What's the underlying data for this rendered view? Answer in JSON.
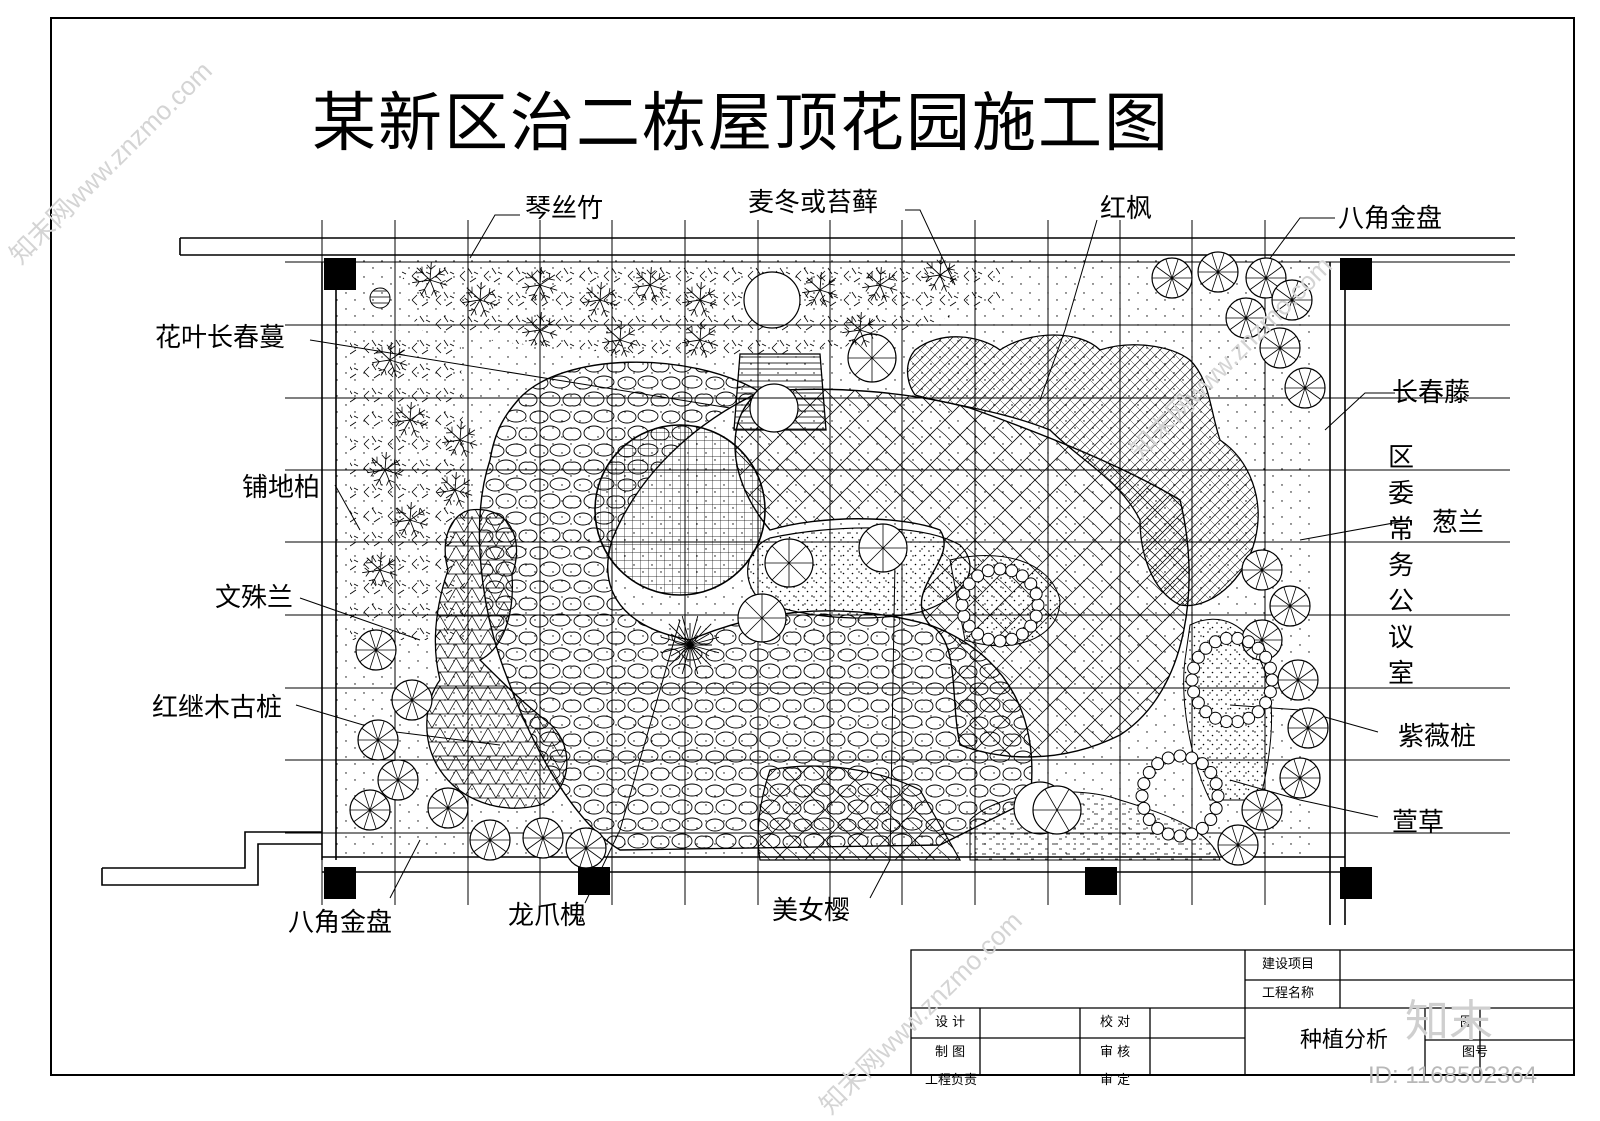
{
  "title": "某新区治二栋屋顶花园施工图",
  "labels": {
    "qinsizhu": "琴丝竹",
    "maidong": "麦冬或苔藓",
    "hongfeng": "红枫",
    "bajiao_top": "八角金盘",
    "huaye": "花叶长春蔓",
    "changchunteng": "长春藤",
    "pudibai": "铺地柏",
    "conglan": "葱兰",
    "wenshulan": "文殊兰",
    "hongjimu": "红继木古桩",
    "ziwei": "紫薇桩",
    "xuancao": "萱草",
    "bajiao_bottom": "八角金盘",
    "longzhuahuai": "龙爪槐",
    "meinvying": "美女樱"
  },
  "side_room": [
    "区",
    "委",
    "常",
    "务",
    "公",
    "议",
    "室"
  ],
  "title_block": {
    "construction_project": "建设项目",
    "project_name": "工程名称",
    "design": "设 计",
    "drawing": "制 图",
    "engineer": "工程负责",
    "check": "校 对",
    "review": "审 核",
    "approve": "审 定",
    "drawing_name": "种植分析",
    "sheet_label": "图",
    "sheet_no_label": "图号"
  },
  "watermark": {
    "brand": "知末",
    "id": "ID: 1168502364",
    "site": "知末网www.znzmo.com"
  }
}
